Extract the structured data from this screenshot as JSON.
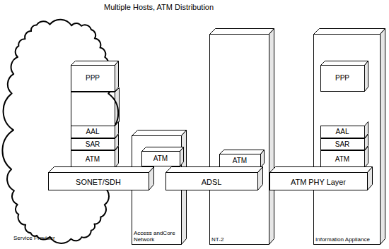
{
  "diagram": {
    "title": "Multiple Hosts, ATM Distribution",
    "nodes": [
      {
        "text": [
          "Service Provider"
        ]
      },
      {
        "text": [
          "PPP"
        ],
        "in": 0
      },
      {
        "text": [
          "AAL"
        ],
        "in": 0
      },
      {
        "text": [
          "SAR"
        ],
        "in": 0
      },
      {
        "text": [
          "ATM"
        ],
        "in": 0
      },
      {
        "text": [
          "Access andCore Network"
        ]
      },
      {
        "text": [
          "ATM"
        ],
        "in": 5
      },
      {
        "text": [
          "NT-2"
        ]
      },
      {
        "text": [
          "ATM"
        ],
        "in": 7
      },
      {
        "text": [
          "Information Appliance"
        ]
      },
      {
        "text": [
          "PPP"
        ],
        "in": 9
      },
      {
        "text": [
          "AAL"
        ],
        "in": 9
      },
      {
        "text": [
          "SAR"
        ],
        "in": 9
      },
      {
        "text": [
          "ATM"
        ],
        "in": 9
      },
      {
        "text": [
          "SONET/SDH"
        ]
      },
      {
        "text": [
          "ADSL"
        ]
      },
      {
        "text": [
          "ATM PHY Layer"
        ]
      }
    ]
  }
}
